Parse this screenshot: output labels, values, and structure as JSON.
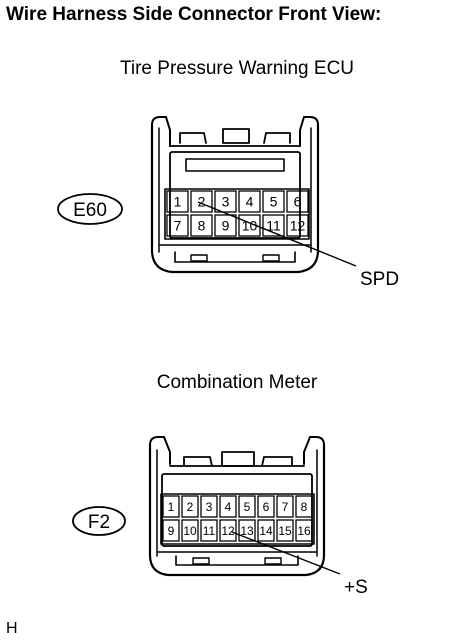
{
  "title": "Wire Harness Side Connector Front View:",
  "connectors": [
    {
      "name": "Tire Pressure Warning ECU",
      "code": "E60",
      "pins_top": [
        "1",
        "2",
        "3",
        "4",
        "5",
        "6"
      ],
      "pins_bottom": [
        "7",
        "8",
        "9",
        "10",
        "11",
        "12"
      ],
      "signal": "SPD"
    },
    {
      "name": "Combination Meter",
      "code": "F2",
      "pins_top": [
        "1",
        "2",
        "3",
        "4",
        "5",
        "6",
        "7",
        "8"
      ],
      "pins_bottom": [
        "9",
        "10",
        "11",
        "12",
        "13",
        "14",
        "15",
        "16"
      ],
      "signal": "+S"
    }
  ],
  "corner_label": "H"
}
